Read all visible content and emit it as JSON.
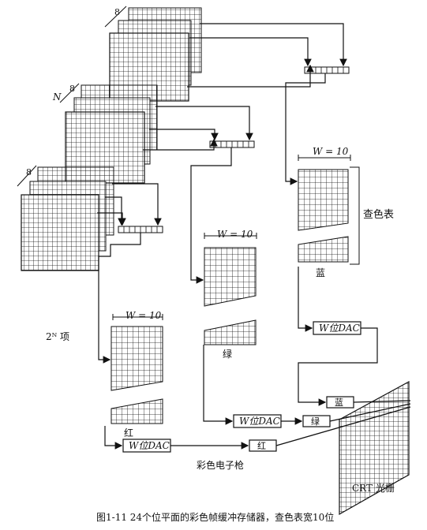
{
  "labels": {
    "plane_depth_top": "8",
    "plane_depth_mid": "8",
    "plane_depth_bot": "8",
    "planes_N": "N",
    "entries": "2ᴺ 项",
    "lut_width_blue": "W = 10",
    "lut_width_green": "W = 10",
    "lut_width_red": "W = 10",
    "lookup_table": "查色表",
    "blue": "蓝",
    "green": "绿",
    "red": "红",
    "dac_blue": "W位DAC",
    "dac_green": "W位DAC",
    "dac_red": "W位DAC",
    "box_blue": "蓝",
    "box_green": "绿",
    "box_red": "红",
    "electron_gun": "彩色电子枪",
    "crt_raster": "CRT 光栅",
    "caption": "图1-11   24个位平面的彩色帧缓冲存储器，查色表宽10位"
  }
}
